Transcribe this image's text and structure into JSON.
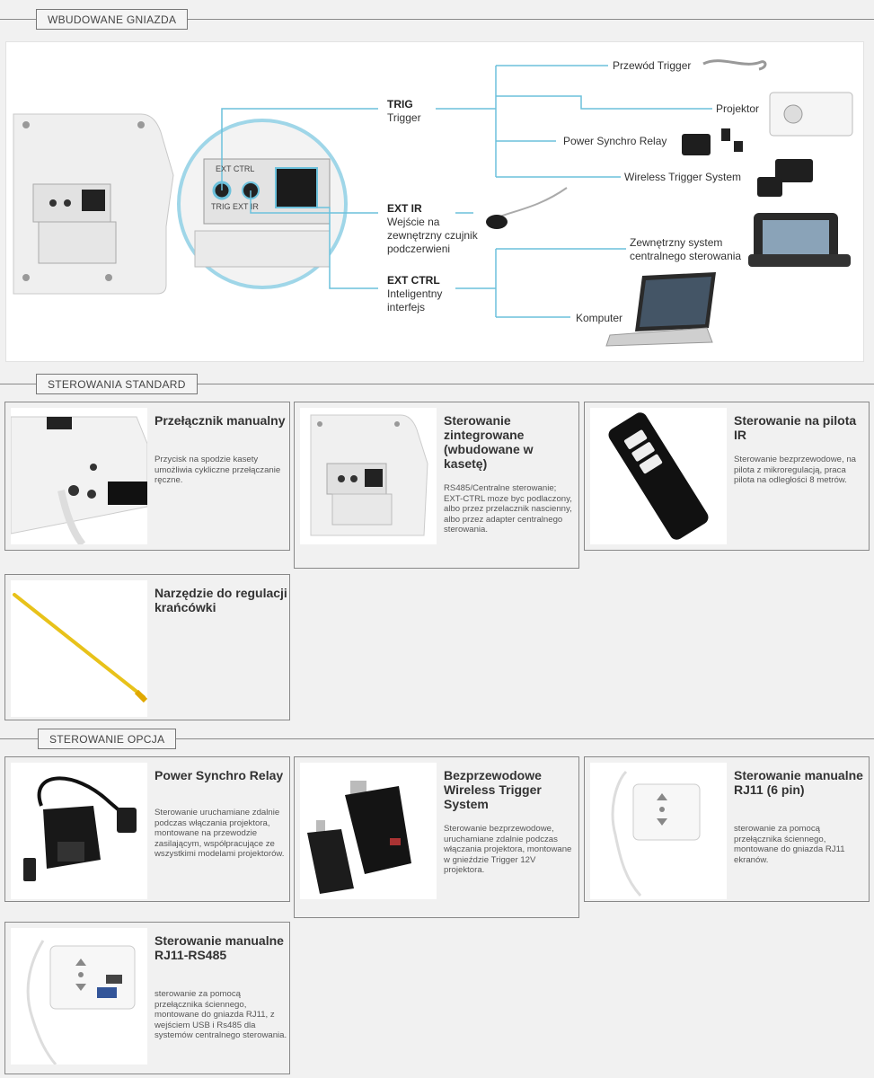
{
  "sections": {
    "builtin": "WBUDOWANE GNIAZDA",
    "standard": "STEROWANIA STANDARD",
    "optional": "STEROWANIE OPCJA"
  },
  "diagram": {
    "panel_labels": {
      "top": "EXT CTRL",
      "bottom": "TRIG EXT IR"
    },
    "trig": {
      "title": "TRIG",
      "desc": "Trigger"
    },
    "extir": {
      "title": "EXT IR",
      "desc1": "Wejście na",
      "desc2": "zewnętrzny czujnik",
      "desc3": "podczerwieni"
    },
    "extctrl": {
      "title": "EXT CTRL",
      "desc1": "Inteligentny",
      "desc2": "interfejs"
    },
    "outputs": {
      "trigger_cable": "Przewód Trigger",
      "projector": "Projektor",
      "power_relay": "Power Synchro Relay",
      "wireless": "Wireless Trigger System",
      "ext_system1": "Zewnętrzny system",
      "ext_system2": "centralnego sterowania",
      "computer": "Komputer"
    }
  },
  "standard_cards": [
    {
      "title": "Przełącznik manualny",
      "desc": "Przycisk na spodzie kasety umożliwia cykliczne przełączanie ręczne."
    },
    {
      "title": "Sterowanie zintegrowane (wbudowane w kasetę)",
      "desc": "RS485/Centralne sterowanie; EXT-CTRL moze byc podlaczony, albo przez przelacznik nascienny, albo przez adapter centralnego sterowania."
    },
    {
      "title": "Sterowanie na pilota IR",
      "desc": "Sterowanie bezprzewodowe, na pilota z mikroregulacją, praca pilota na odległości 8 metrów."
    },
    {
      "title": "Narzędzie do regulacji krańcówki",
      "desc": ""
    }
  ],
  "optional_cards": [
    {
      "title": "Power Synchro Relay",
      "desc": "Sterowanie uruchamiane zdalnie podczas włączania projektora, montowane na przewodzie zasilającym, współpracujące ze wszystkimi modelami projektorów."
    },
    {
      "title": "Bezprzewodowe Wireless Trigger System",
      "desc": "Sterowanie bezprzewodowe, uruchamiane zdalnie podczas włączania projektora, montowane w gnieździe Trigger 12V projektora."
    },
    {
      "title": "Sterowanie manualne RJ11 (6 pin)",
      "desc": "sterowanie za pomocą przełącznika ściennego, montowane do gniazda RJ11 ekranów."
    },
    {
      "title": "Sterowanie manualne RJ11-RS485",
      "desc": "sterowanie za pomocą przełącznika ściennego, montowane do gniazda RJ11, z wejściem USB i Rs485 dla systemów centralnego sterowania."
    }
  ],
  "colors": {
    "accent_line": "#6cc1dc",
    "border": "#888888",
    "background": "#f1f1f1"
  }
}
